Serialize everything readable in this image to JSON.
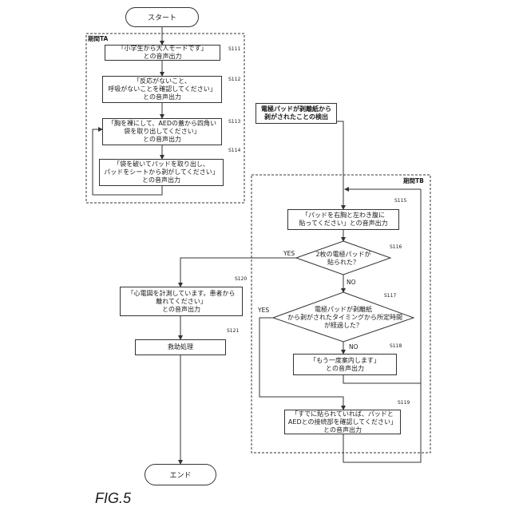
{
  "start": "スタート",
  "end": "エンド",
  "figure_label": "FIG.5",
  "period_a": "期間TA",
  "period_b": "期間TB",
  "detect": [
    "電極パッドが剥離紙から",
    "剥がされたことの検出"
  ],
  "steps": {
    "s111": {
      "id": "S111",
      "lines": [
        "「小学生から大人モードです」",
        "との音声出力"
      ]
    },
    "s112": {
      "id": "S112",
      "lines": [
        "「反応がないこと、",
        "呼吸がないことを確認してください」",
        "との音声出力"
      ]
    },
    "s113": {
      "id": "S113",
      "lines": [
        "「胸を裸にして、AEDの蓋から四角い",
        "袋を取り出してください」",
        "との音声出力"
      ]
    },
    "s114": {
      "id": "S114",
      "lines": [
        "「袋を破いてパッドを取り出し、",
        "パッドをシートから剥がしてください」",
        "との音声出力"
      ]
    },
    "s115": {
      "id": "S115",
      "lines": [
        "「パッドを右胸と左わき腹に",
        "貼ってください」との音声出力"
      ]
    },
    "s116": {
      "id": "S116",
      "lines": [
        "2枚の電極パッドが",
        "貼られた？"
      ]
    },
    "s117": {
      "id": "S117",
      "lines": [
        "電極パッドが剥離紙",
        "から剥がされたタイミングから所定時間",
        "が経過した？"
      ]
    },
    "s118": {
      "id": "S118",
      "lines": [
        "「もう一度案内します」",
        "との音声出力"
      ]
    },
    "s119": {
      "id": "S119",
      "lines": [
        "「すでに貼られていれば、パッドと",
        "AEDとの接続部を確認してください」",
        "との音声出力"
      ]
    },
    "s120": {
      "id": "S120",
      "lines": [
        "「心電図を計測しています。患者から",
        "離れてください」",
        "との音声出力"
      ]
    },
    "s121": {
      "id": "S121",
      "lines": [
        "救助処理"
      ]
    }
  },
  "labels": {
    "yes": "YES",
    "no": "NO"
  }
}
